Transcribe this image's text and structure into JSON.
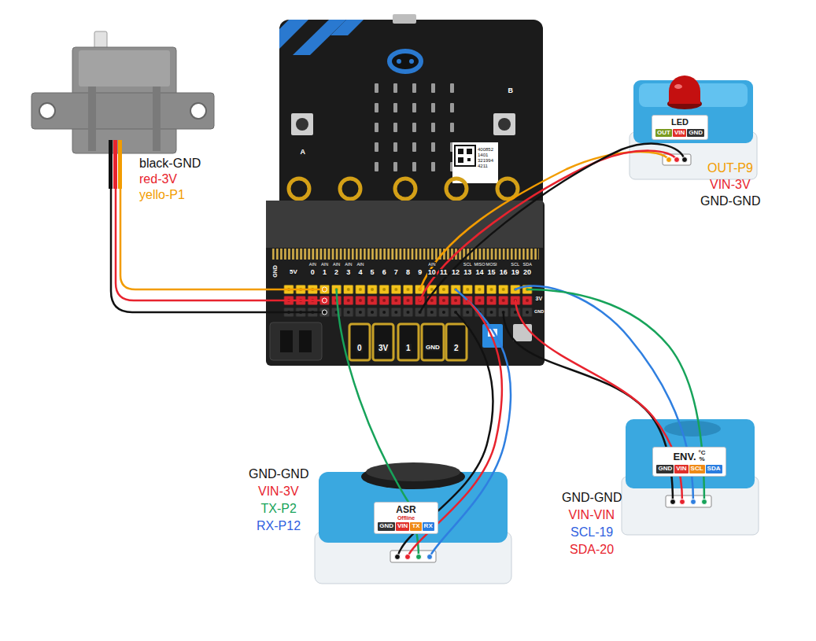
{
  "diagram": {
    "nodes": [
      {
        "text": [
          "LED",
          "OUT",
          "VIN",
          "GND"
        ]
      },
      {
        "text": [
          "ENV.",
          "°C",
          "%",
          "GND",
          "VIN",
          "SCL",
          "SDA"
        ]
      },
      {
        "text": [
          "ASR",
          "Offline",
          "GND",
          "VIN",
          "TX",
          "RX"
        ]
      }
    ],
    "labels": [
      "black-GND",
      "red-3V",
      "yello-P1",
      "OUT-P9",
      "VIN-3V",
      "GND-GND",
      "GND-GND",
      "VIN-3V",
      "TX-P2",
      "RX-P12",
      "GND-GND",
      "VIN-VIN",
      "SCL-19",
      "SDA-20",
      "A",
      "B",
      "400852",
      "1401",
      "321994",
      "4211",
      "GND",
      "5V",
      "0",
      "1",
      "2",
      "3",
      "4",
      "5",
      "6",
      "7",
      "8",
      "9",
      "10",
      "11",
      "12",
      "13",
      "14",
      "15",
      "16",
      "19",
      "20",
      "AIN",
      "AIN",
      "AIN",
      "AIN",
      "AIN",
      "AIN",
      "SCL",
      "MISO",
      "MOSI",
      "SCL",
      "SDA",
      "3V",
      "GND",
      "0",
      "3V",
      "1",
      "GND",
      "2"
    ]
  }
}
